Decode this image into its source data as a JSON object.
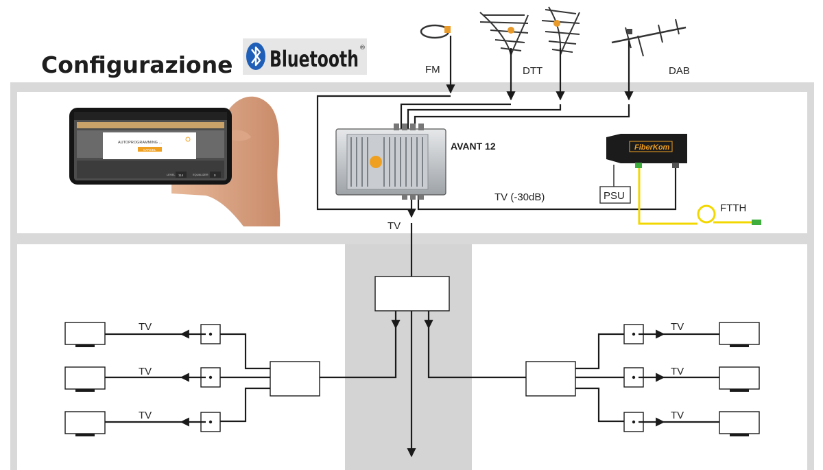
{
  "title": {
    "text": "Configurazione",
    "bluetooth_word": "Bluetooth",
    "bluetooth_mark": "®",
    "bluetooth_icon": "bluetooth-icon"
  },
  "antennas": {
    "fm": "FM",
    "dtt": "DTT",
    "dab": "DAB"
  },
  "amplifier": {
    "name": "AVANT 12"
  },
  "fiber": {
    "psu": "PSU",
    "tv_attenuated": "TV (-30dB)",
    "ftth": "FTTH",
    "brand": "FiberKom"
  },
  "riser": {
    "tv": "TV"
  },
  "outlets": {
    "left": [
      "TV",
      "TV",
      "TV"
    ],
    "right": [
      "TV",
      "TV",
      "TV"
    ]
  },
  "phone": {
    "dialog_text": "AUTOPROGRAMMING ...",
    "dialog_button": "CANCEL",
    "footer_label_1": "LEVEL",
    "footer_value_1": "114",
    "footer_label_2": "EQUALIZER",
    "footer_value_2": "0"
  },
  "colors": {
    "building_wall": "#d9d9d9",
    "riser_shaft": "#d4d4d4",
    "fiber_line": "#f2d700",
    "accent_orange": "#f0a020",
    "bluetooth_blue": "#1f5fb8",
    "connector_green": "#3fae3f"
  }
}
